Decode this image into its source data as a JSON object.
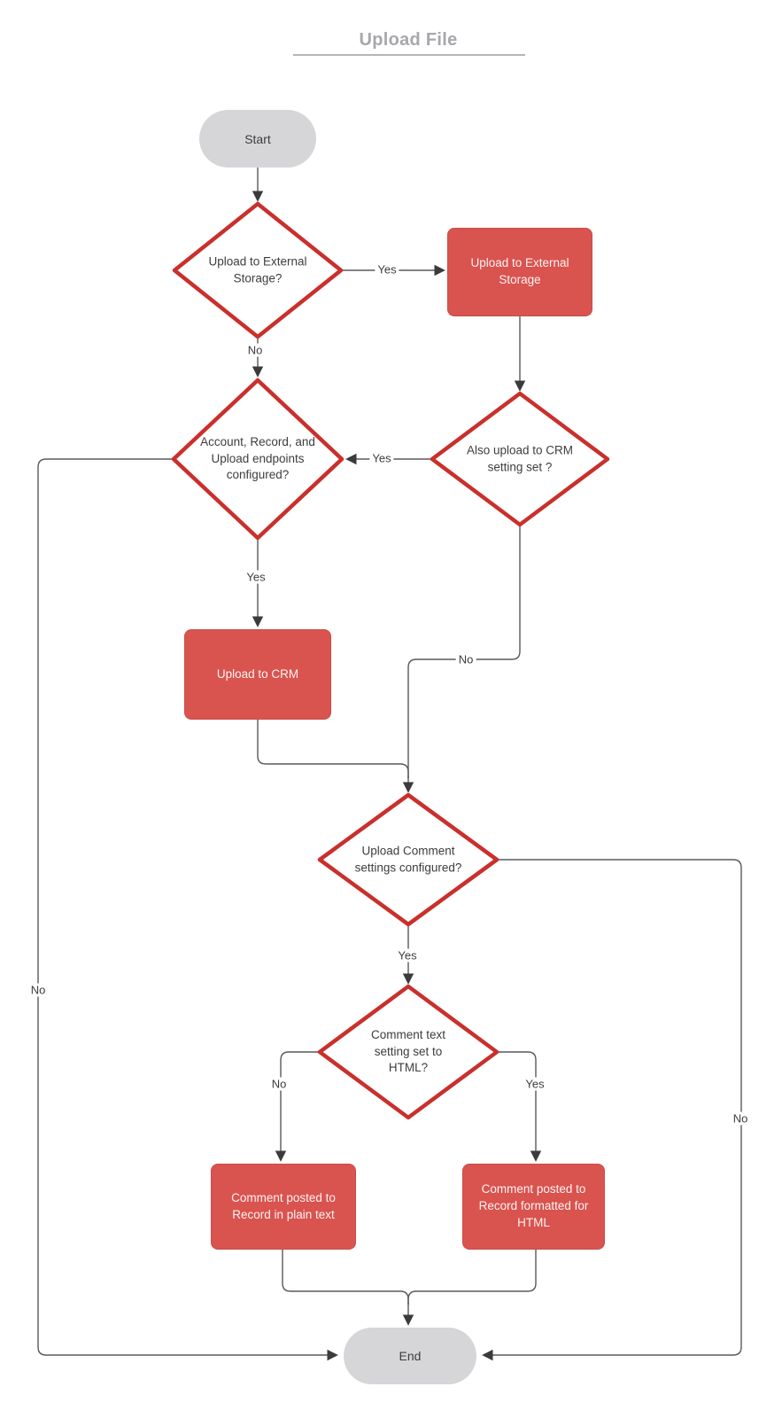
{
  "title": {
    "text": "Upload File"
  },
  "nodes": {
    "start": {
      "label": "Start",
      "type": "terminal"
    },
    "decision_external": {
      "label": "Upload to External Storage?",
      "type": "decision"
    },
    "process_external": {
      "label": "Upload to External Storage",
      "type": "process"
    },
    "decision_also_crm": {
      "label": "Also upload to CRM setting set ?",
      "type": "decision"
    },
    "decision_endpoints": {
      "label": "Account, Record, and Upload endpoints configured?",
      "type": "decision"
    },
    "process_crm": {
      "label": "Upload to CRM",
      "type": "process"
    },
    "decision_comment": {
      "label": "Upload Comment settings configured?",
      "type": "decision"
    },
    "decision_html": {
      "label": "Comment text setting set to HTML?",
      "type": "decision"
    },
    "process_plain": {
      "label": "Comment posted to Record in plain text",
      "type": "process"
    },
    "process_html": {
      "label": "Comment posted to Record formatted for HTML",
      "type": "process"
    },
    "end": {
      "label": "End",
      "type": "terminal"
    }
  },
  "edge_labels": {
    "external_yes": "Yes",
    "external_no": "No",
    "also_crm_yes": "Yes",
    "also_crm_no": "No",
    "endpoints_yes": "Yes",
    "endpoints_no": "No",
    "comment_yes": "Yes",
    "comment_no": "No",
    "html_yes": "Yes",
    "html_no": "No"
  },
  "colors": {
    "process_fill": "#d9534f",
    "process_text": "#fdf4f3",
    "decision_border": "#c9302c",
    "terminal_fill": "#d6d6d8",
    "connector": "#595959",
    "title_text": "#a7a7ac",
    "underline": "#b5b5b5"
  }
}
